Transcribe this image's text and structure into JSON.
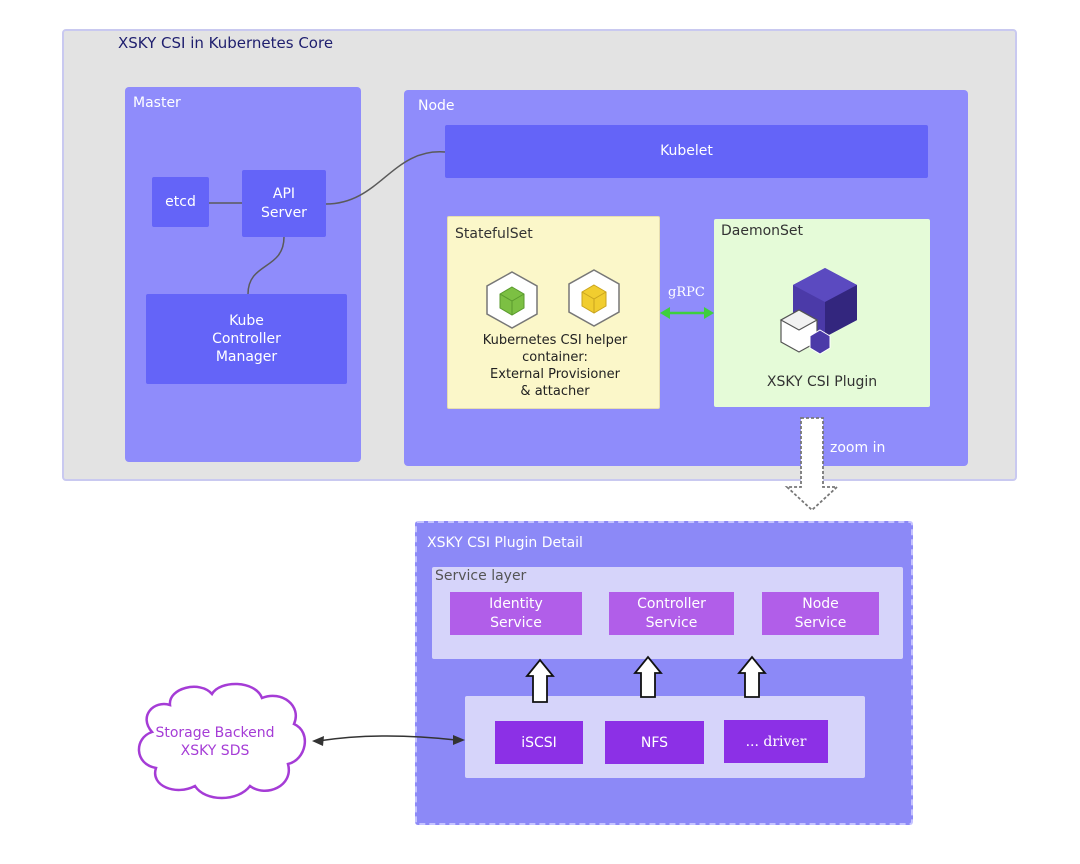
{
  "core": {
    "title": "XSKY CSI in Kubernetes Core"
  },
  "master": {
    "label": "Master",
    "etcd": "etcd",
    "api_server": "API\nServer",
    "controller_manager": "Kube\nController\nManager"
  },
  "node": {
    "label": "Node",
    "kubelet": "Kubelet",
    "statefulset": {
      "label": "StatefulSet",
      "text": "Kubernetes CSI helper\ncontainer:\nExternal Provisioner\n& attacher"
    },
    "grpc": "gRPC",
    "daemonset": {
      "label": "DaemonSet",
      "plugin": "XSKY CSI Plugin"
    },
    "zoom_label": "zoom in"
  },
  "detail": {
    "title": "XSKY CSI Plugin Detail",
    "service_layer": {
      "label": "Service layer",
      "services": [
        "Identity\nService",
        "Controller\nService",
        "Node\nService"
      ]
    },
    "drivers": [
      "iSCSI",
      "NFS",
      "... driver"
    ]
  },
  "storage": {
    "text": "Storage Backend\nXSKY SDS"
  },
  "colors": {
    "core_bg": "#e3e3e3",
    "panel": "#8f8cfb",
    "box_blue": "#6464f8",
    "statefulset_bg": "#fbf7c9",
    "daemonset_bg": "#e5fbd8",
    "service_box": "#b15ee9",
    "driver_box": "#8c30e6",
    "grpc_arrow": "#3ecf3e",
    "cloud": "#a53cd6"
  },
  "icons": [
    "kubernetes-cube-green-icon",
    "kubernetes-cube-yellow-icon",
    "xsky-cubes-icon",
    "dashed-down-arrow-icon",
    "up-arrow-icon",
    "cloud-icon"
  ]
}
